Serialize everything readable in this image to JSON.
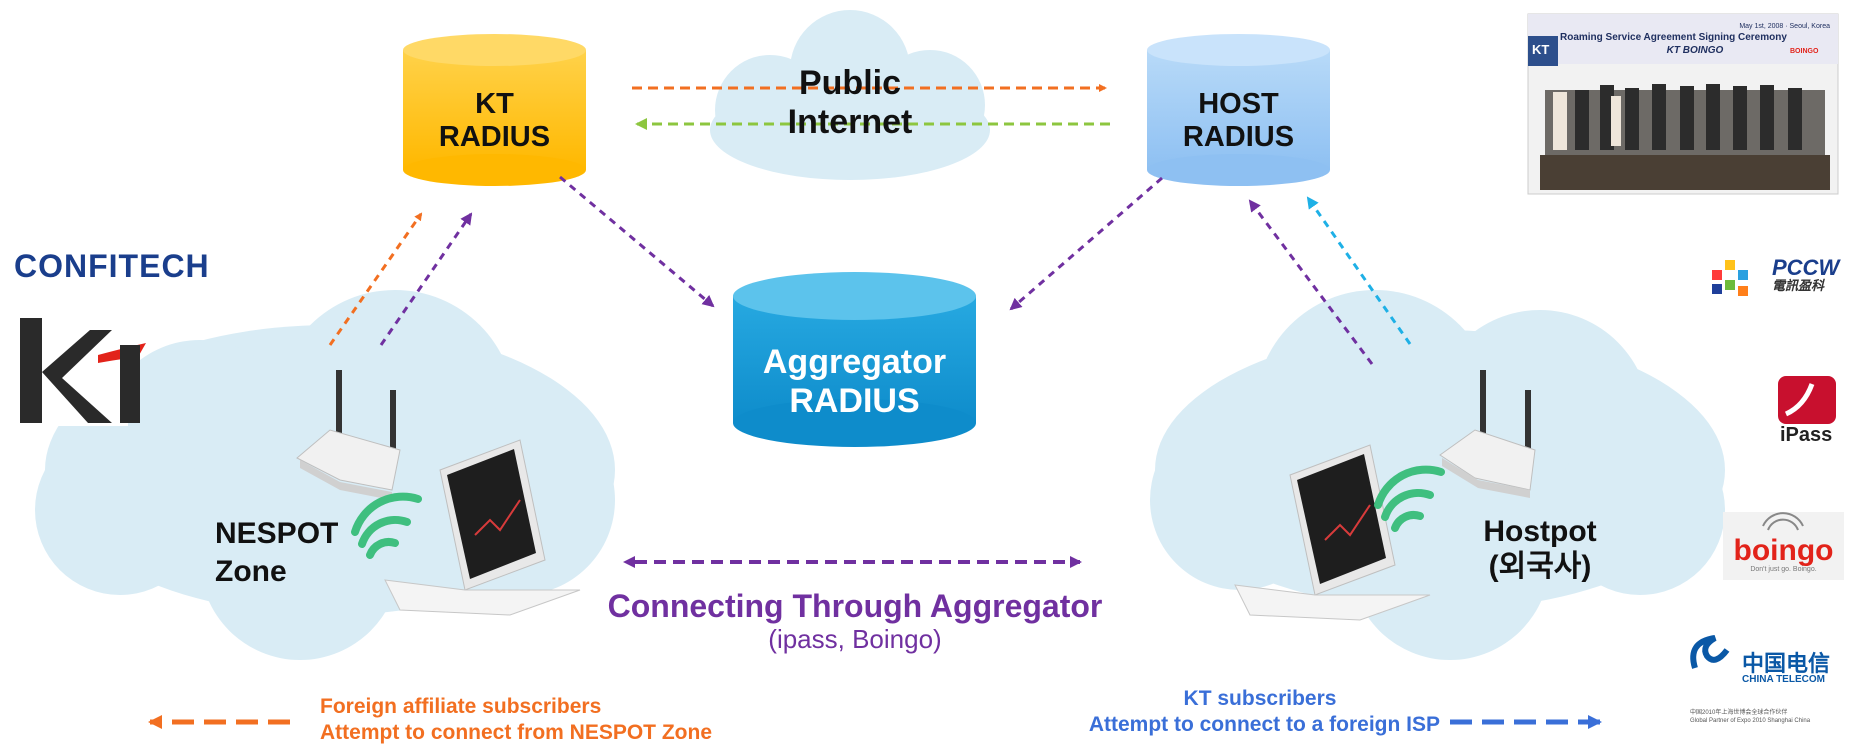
{
  "kt_radius": {
    "line1": "KT",
    "line2": "RADIUS"
  },
  "host_radius": {
    "line1": "HOST",
    "line2": "RADIUS"
  },
  "public_internet": {
    "line1": "Public",
    "line2": "Internet"
  },
  "aggregator_radius": {
    "line1": "Aggregator",
    "line2": "RADIUS"
  },
  "nespot_zone": {
    "line1": "NESPOT",
    "line2": "Zone"
  },
  "hostpot": {
    "line1": "Hostpot",
    "line2": "(외국사)"
  },
  "connecting": {
    "title": "Connecting Through Aggregator",
    "subtitle": "(ipass, Boingo)"
  },
  "legend_foreign": {
    "line1": "Foreign affiliate subscribers",
    "line2": "Attempt to connect from NESPOT Zone"
  },
  "legend_kt": {
    "line1": "KT subscribers",
    "line2": "Attempt to connect to a foreign ISP"
  },
  "logos": {
    "confitech": "CONFITECH",
    "kt": "kt",
    "pccw": "PCCW",
    "pccw_sub": "電訊盈科",
    "ipass": "iPass",
    "boingo": "boingo",
    "boingo_tag": "Don't just go. Boingo.",
    "china_telecom_cn": "中国电信",
    "china_telecom_en": "CHINA TELECOM",
    "china_telecom_expo1": "中国2010年上海世博会全球合作伙伴",
    "china_telecom_expo2": "Global Partner of Expo 2010 Shanghai China"
  },
  "photo": {
    "title": "Roaming Service Agreement Signing Ceremony",
    "date": "May 1st, 2008 · Seoul, Korea",
    "parties": "KT   BOINGO",
    "kt_mark": "KT",
    "boingo_mark": "BOINGO"
  },
  "colors": {
    "orange": "#f26f21",
    "purple": "#7030a0",
    "green": "#8dc63f",
    "cyan": "#1eb0e6",
    "blue": "#3a6fd8",
    "kt_cylinder": "#ffc000",
    "host_cylinder": "#9dc9f5",
    "agg_cylinder": "#1a9ad6",
    "cloud": "#d9ecf5"
  }
}
